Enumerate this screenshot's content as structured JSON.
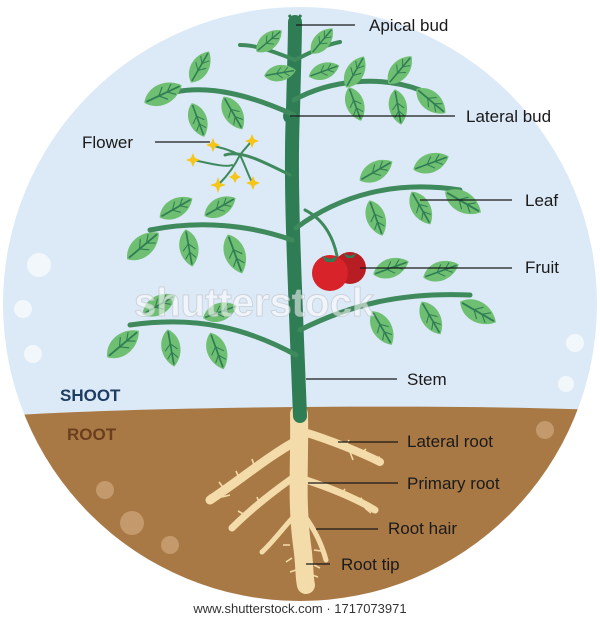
{
  "labels": {
    "apical_bud": "Apical bud",
    "lateral_bud": "Lateral bud",
    "flower": "Flower",
    "leaf": "Leaf",
    "fruit": "Fruit",
    "stem": "Stem",
    "lateral_root": "Lateral root",
    "primary_root": "Primary root",
    "root_hair": "Root hair",
    "root_tip": "Root tip"
  },
  "zones": {
    "shoot": "SHOOT",
    "root": "ROOT"
  },
  "watermark": "shutterstock",
  "footer": "www.shutterstock.com · 1717073971",
  "colors": {
    "sky": "#dce9f6",
    "soil": "#a97945",
    "stem": "#2f7d55",
    "leaf": "#6fbf73",
    "leaf_vein": "#2f7d55",
    "root": "#f3dcaa",
    "fruit": "#d8232a",
    "flower": "#f5c518",
    "shoot_text": "#1f3d63",
    "root_text": "#6b3f1e"
  }
}
